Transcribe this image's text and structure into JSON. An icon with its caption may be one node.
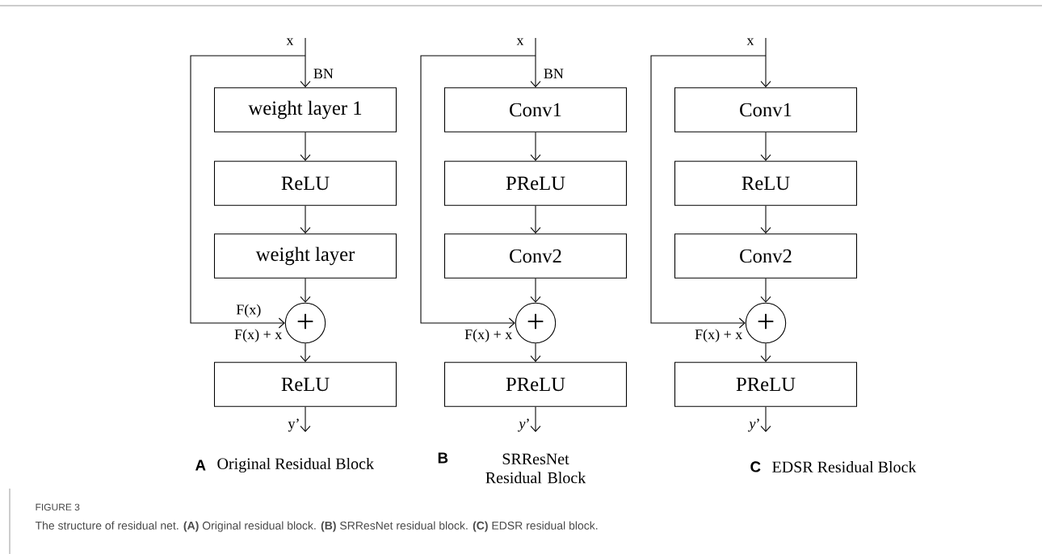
{
  "diagram": {
    "title": "FIGURE 3",
    "caption": "The structure of residual net. **(A)** Original residual block. **(B)** SRResNet residual block. **(C)** EDSR residual block.",
    "nodes": [
      {
        "text": [
          "x"
        ]
      },
      {
        "text": [
          "weight layer 1"
        ]
      },
      {
        "text": [
          "ReLU"
        ]
      },
      {
        "text": [
          "weight layer"
        ]
      },
      {
        "text": [
          "+"
        ],
        "beside": [
          "F(x) + x"
        ]
      },
      {
        "text": [
          "ReLU"
        ]
      },
      {
        "text": [
          "y’"
        ]
      },
      {
        "text": [
          "x"
        ]
      },
      {
        "text": [
          "Conv1"
        ]
      },
      {
        "text": [
          "PReLU"
        ]
      },
      {
        "text": [
          "Conv2"
        ]
      },
      {
        "text": [
          "+"
        ],
        "beside": [
          "F(x) + x"
        ]
      },
      {
        "text": [
          "PReLU"
        ]
      },
      {
        "text": [
          "*y*’"
        ]
      },
      {
        "text": [
          "x"
        ]
      },
      {
        "text": [
          "Conv1"
        ]
      },
      {
        "text": [
          "ReLU"
        ]
      },
      {
        "text": [
          "Conv2"
        ]
      },
      {
        "text": [
          "+"
        ],
        "beside": [
          "F(x) + x"
        ]
      },
      {
        "text": [
          "PReLU"
        ]
      },
      {
        "text": [
          "*y*’"
        ]
      }
    ],
    "edges": [
      {
        "from": 0,
        "to": 1,
        "arrow": "to",
        "label": "BN"
      },
      {
        "from": 1,
        "to": 2,
        "arrow": "to"
      },
      {
        "from": 2,
        "to": 3,
        "arrow": "to"
      },
      {
        "from": 3,
        "to": 4,
        "arrow": "to"
      },
      {
        "from": 0,
        "to": 4,
        "arrow": "to",
        "label": "F(x)"
      },
      {
        "from": 4,
        "to": 5,
        "arrow": "to"
      },
      {
        "from": 5,
        "to": 6,
        "arrow": "to"
      },
      {
        "from": 7,
        "to": 8,
        "arrow": "to",
        "label": "BN"
      },
      {
        "from": 8,
        "to": 9,
        "arrow": "to"
      },
      {
        "from": 9,
        "to": 10,
        "arrow": "to"
      },
      {
        "from": 10,
        "to": 11,
        "arrow": "to"
      },
      {
        "from": 7,
        "to": 11,
        "arrow": "to"
      },
      {
        "from": 11,
        "to": 12,
        "arrow": "to"
      },
      {
        "from": 12,
        "to": 13,
        "arrow": "to"
      },
      {
        "from": 14,
        "to": 15,
        "arrow": "to"
      },
      {
        "from": 15,
        "to": 16,
        "arrow": "to"
      },
      {
        "from": 16,
        "to": 17,
        "arrow": "to"
      },
      {
        "from": 17,
        "to": 18,
        "arrow": "to"
      },
      {
        "from": 14,
        "to": 18,
        "arrow": "to"
      },
      {
        "from": 18,
        "to": 19,
        "arrow": "to"
      },
      {
        "from": 19,
        "to": 20,
        "arrow": "to"
      }
    ],
    "labels": [
      "A",
      "Original Residual Block",
      "B",
      "SRResNet Residual Block",
      "C",
      "EDSR Residual Block"
    ]
  }
}
